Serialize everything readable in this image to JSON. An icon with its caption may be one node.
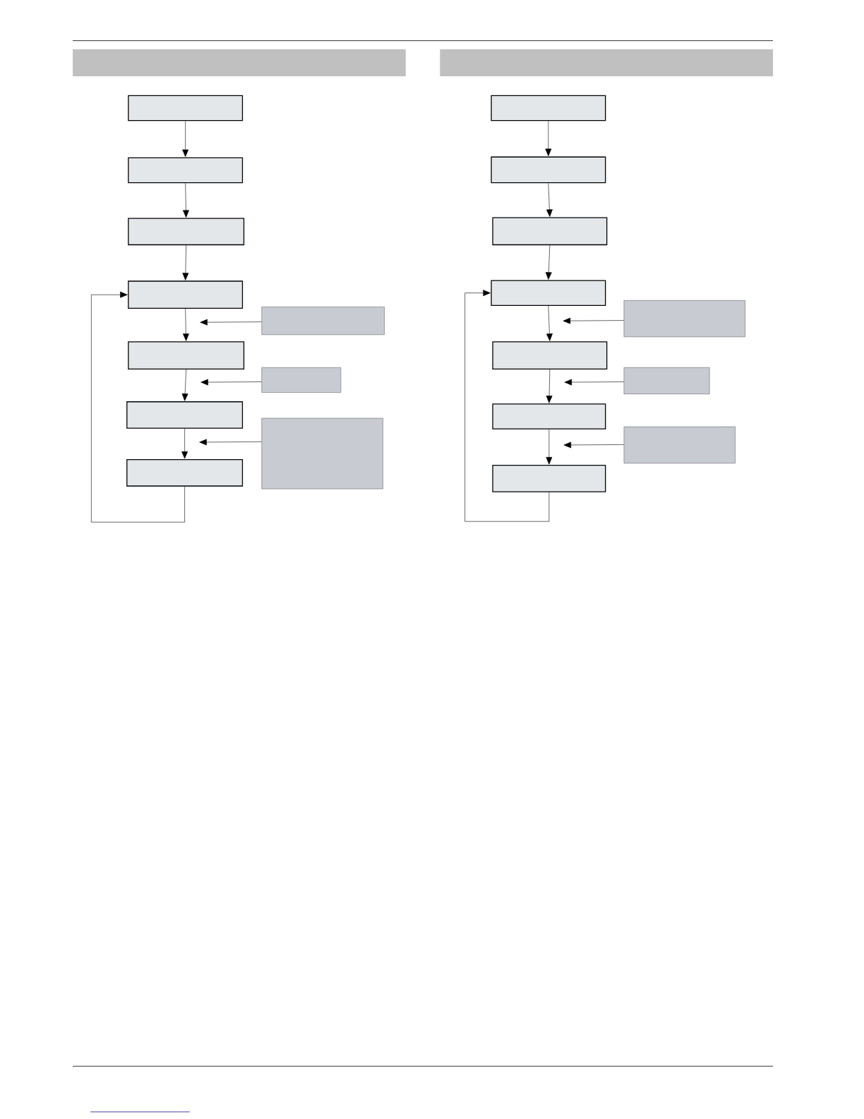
{
  "diagram": {
    "nodes": [
      {
        "text": [],
        "shape": "box"
      },
      {
        "text": [],
        "shape": "box"
      },
      {
        "text": [],
        "shape": "box"
      },
      {
        "text": [],
        "shape": "box"
      },
      {
        "text": [],
        "shape": "box"
      },
      {
        "text": [],
        "shape": "box"
      },
      {
        "text": [],
        "shape": "box"
      },
      {
        "text": [],
        "shape": "box"
      },
      {
        "text": [],
        "shape": "box"
      },
      {
        "text": [],
        "shape": "box"
      },
      {
        "text": [],
        "shape": "box"
      },
      {
        "text": [],
        "shape": "box"
      },
      {
        "text": [],
        "shape": "box"
      },
      {
        "text": [],
        "shape": "box"
      },
      {
        "text": [],
        "shape": "box"
      },
      {
        "text": [],
        "shape": "box"
      },
      {
        "text": [],
        "shape": "box"
      },
      {
        "text": [],
        "shape": "box"
      },
      {
        "text": [],
        "shape": "box"
      },
      {
        "text": [],
        "shape": "box"
      }
    ],
    "edges": [
      {
        "from": 0,
        "to": 1,
        "arrow": "to"
      },
      {
        "from": 1,
        "to": 2,
        "arrow": "to"
      },
      {
        "from": 2,
        "to": 3,
        "arrow": "to"
      },
      {
        "from": 3,
        "to": 4,
        "arrow": "to"
      },
      {
        "from": 4,
        "to": 5,
        "arrow": "to"
      },
      {
        "from": 5,
        "to": 6,
        "arrow": "to"
      },
      {
        "from": 6,
        "to": 3,
        "arrow": "to"
      },
      {
        "from": 7,
        "to": 3,
        "arrow": "to"
      },
      {
        "from": 8,
        "to": 4,
        "arrow": "to"
      },
      {
        "from": 9,
        "to": 5,
        "arrow": "to"
      },
      {
        "from": 10,
        "to": 11,
        "arrow": "to"
      },
      {
        "from": 11,
        "to": 12,
        "arrow": "to"
      },
      {
        "from": 12,
        "to": 13,
        "arrow": "to"
      },
      {
        "from": 13,
        "to": 14,
        "arrow": "to"
      },
      {
        "from": 14,
        "to": 15,
        "arrow": "to"
      },
      {
        "from": 15,
        "to": 16,
        "arrow": "to"
      },
      {
        "from": 16,
        "to": 13,
        "arrow": "to"
      },
      {
        "from": 17,
        "to": 13,
        "arrow": "to"
      },
      {
        "from": 18,
        "to": 14,
        "arrow": "to"
      },
      {
        "from": 19,
        "to": 15,
        "arrow": "to"
      }
    ]
  }
}
